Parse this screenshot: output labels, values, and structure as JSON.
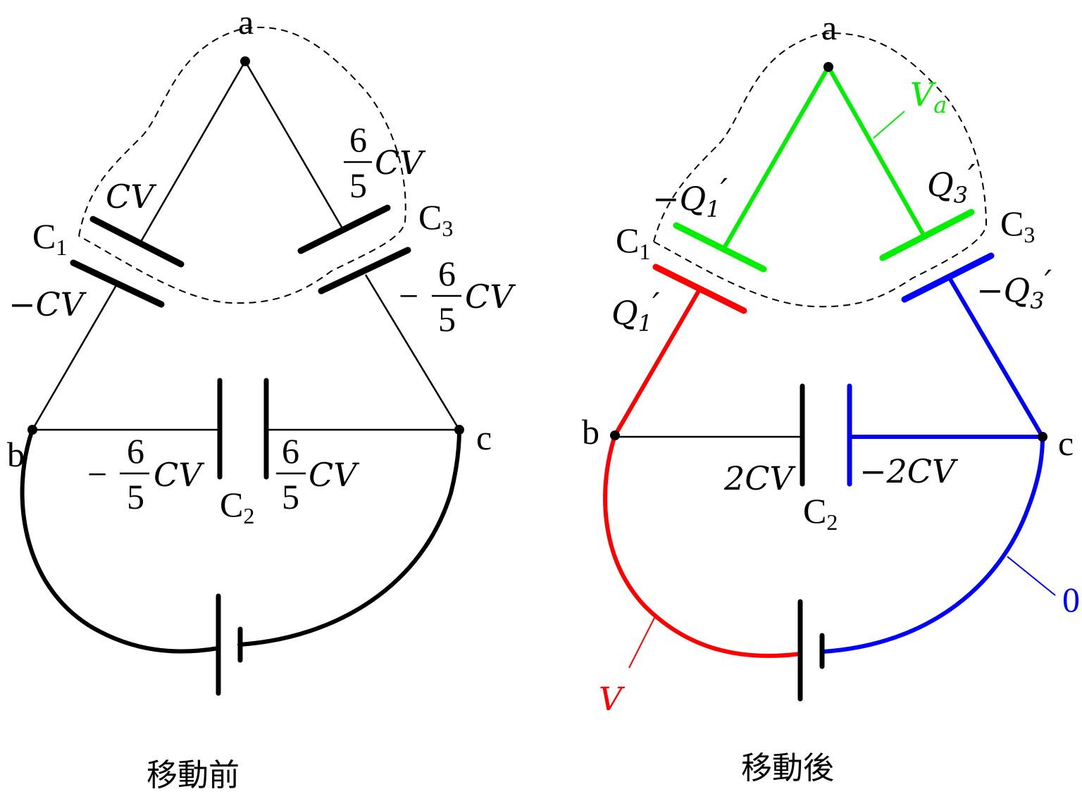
{
  "colors": {
    "black": "#000000",
    "green": "#00ee00",
    "red": "#ff0000",
    "blue": "#0000ff"
  },
  "before": {
    "caption": "移動前",
    "node_a": "a",
    "node_b": "b",
    "node_c": "c",
    "c1": {
      "base": "C",
      "sub": "1",
      "top_charge": "CV",
      "bottom_charge": "−CV"
    },
    "c3": {
      "base": "C",
      "sub": "3",
      "top_num": "6",
      "top_den": "5",
      "top_unit": "CV",
      "bottom_sign": "−",
      "bottom_num": "6",
      "bottom_den": "5",
      "bottom_unit": "CV"
    },
    "c2": {
      "base": "C",
      "sub": "2",
      "left_sign": "−",
      "left_num": "6",
      "left_den": "5",
      "left_unit": "CV",
      "right_num": "6",
      "right_den": "5",
      "right_unit": "CV"
    }
  },
  "after": {
    "caption": "移動後",
    "node_a": "a",
    "node_b": "b",
    "node_c": "c",
    "c1": {
      "base": "C",
      "sub": "1",
      "top_charge": "−Q",
      "top_sub": "1",
      "top_prime": "′",
      "bottom_charge": "Q",
      "bottom_sub": "1",
      "bottom_prime": "′"
    },
    "c3": {
      "base": "C",
      "sub": "3",
      "top_charge": "Q",
      "top_sub": "3",
      "top_prime": "′",
      "bottom_charge": "−Q",
      "bottom_sub": "3",
      "bottom_prime": "′"
    },
    "c2": {
      "base": "C",
      "sub": "2",
      "left_charge": "2CV",
      "right_charge": "−2CV"
    },
    "potential_a": {
      "base": "V",
      "sub": "a"
    },
    "potential_b": "V",
    "potential_c": "0"
  }
}
